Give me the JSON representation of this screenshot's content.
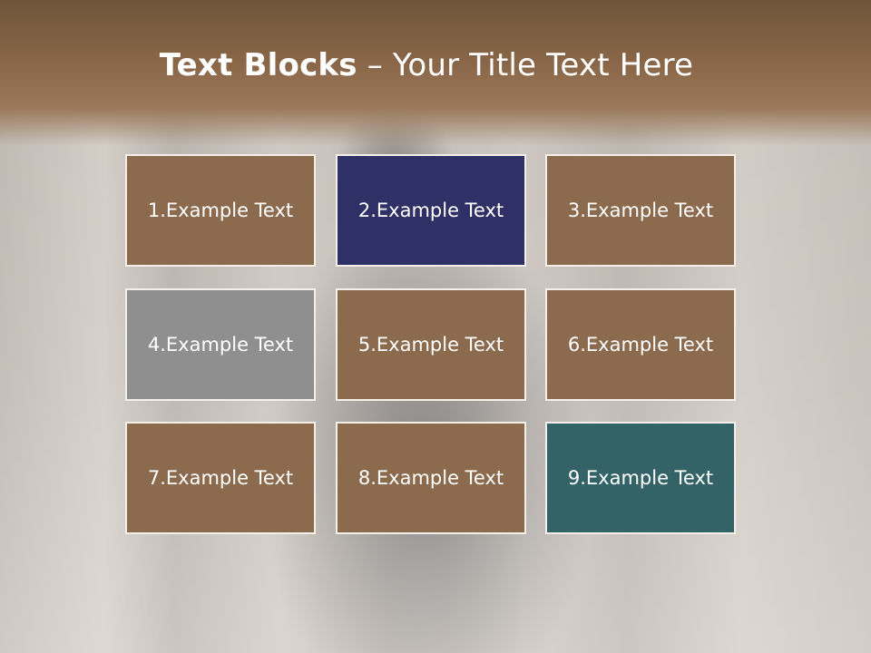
{
  "slide": {
    "title_bold": "Text Blocks",
    "title_dash": " – ",
    "title_rest": "Your Title Text Here"
  },
  "colors": {
    "brown": "#8b6a4d",
    "navy": "#2f3066",
    "gray": "#8f8f8f",
    "teal": "#336366",
    "border": "#f4efe9"
  },
  "blocks": [
    {
      "label": "1.Example Text",
      "color": "#8b6a4d"
    },
    {
      "label": "2.Example Text",
      "color": "#2f3066"
    },
    {
      "label": "3.Example Text",
      "color": "#8b6a4d"
    },
    {
      "label": "4.Example Text",
      "color": "#8f8f8f"
    },
    {
      "label": "5.Example Text",
      "color": "#8b6a4d"
    },
    {
      "label": "6.Example Text",
      "color": "#8b6a4d"
    },
    {
      "label": "7.Example Text",
      "color": "#8b6a4d"
    },
    {
      "label": "8.Example Text",
      "color": "#8b6a4d"
    },
    {
      "label": "9.Example Text",
      "color": "#336366"
    }
  ]
}
